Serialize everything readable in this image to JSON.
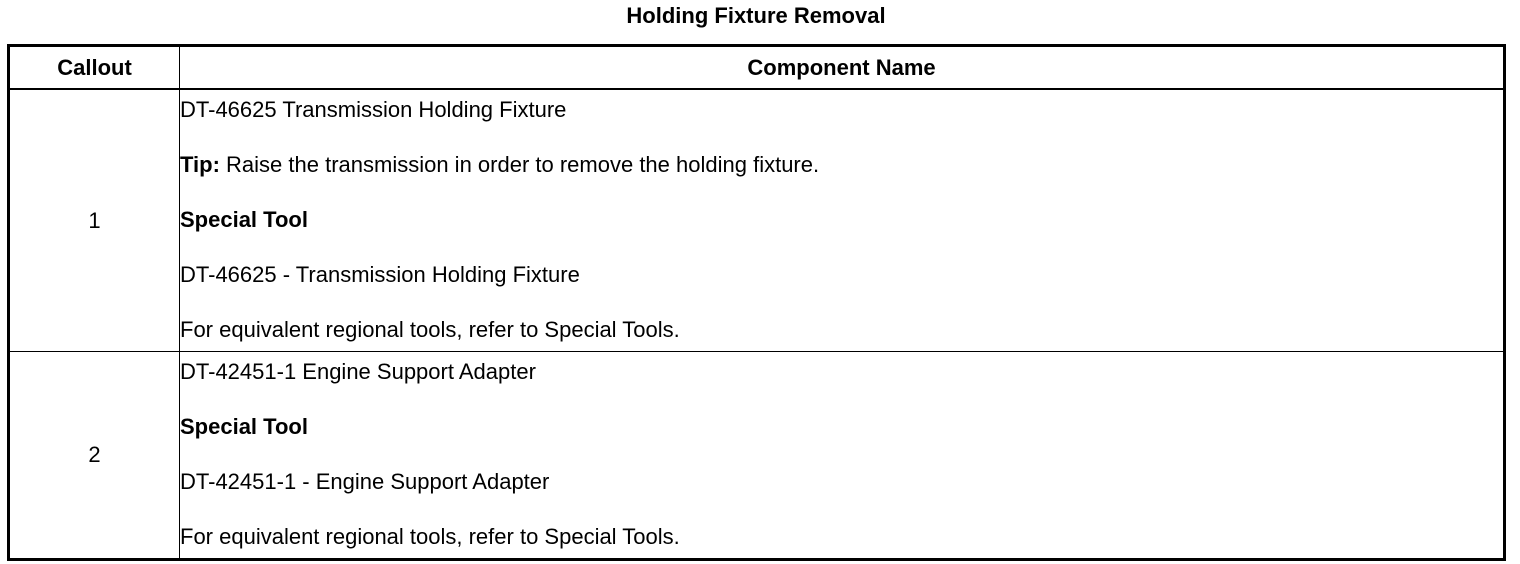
{
  "title": "Holding Fixture Removal",
  "table": {
    "headers": {
      "callout": "Callout",
      "component_name": "Component Name"
    },
    "rows": [
      {
        "callout": "1",
        "name": "DT-46625 Transmission Holding Fixture",
        "tip_label": "Tip:",
        "tip_text": " Raise the transmission in order to remove the holding fixture.",
        "special_tool_label": "Special Tool",
        "special_tool": "DT-46625 - Transmission Holding Fixture",
        "equivalent_note": "For equivalent regional tools, refer to Special Tools."
      },
      {
        "callout": "2",
        "name": "DT-42451-1 Engine Support Adapter",
        "special_tool_label": "Special Tool",
        "special_tool": "DT-42451-1 - Engine Support Adapter",
        "equivalent_note": "For equivalent regional tools, refer to Special Tools."
      }
    ]
  }
}
